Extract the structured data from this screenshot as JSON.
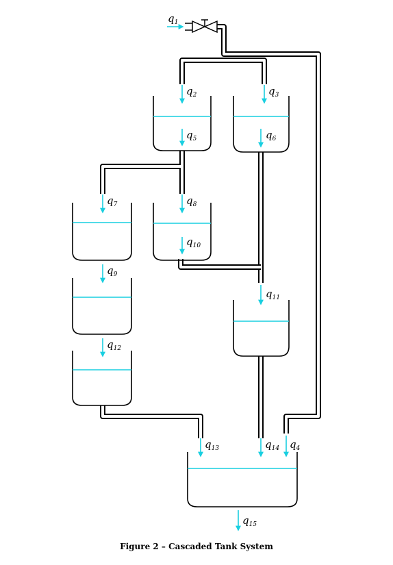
{
  "diagram": {
    "caption": "Figure 2 – Cascaded Tank System",
    "colors": {
      "liquid": "#19cfe0",
      "structure": "#000000"
    },
    "valve": {
      "icon": "valve-icon"
    },
    "flows": {
      "q1": {
        "base": "q",
        "sub": "1"
      },
      "q2": {
        "base": "q",
        "sub": "2"
      },
      "q3": {
        "base": "q",
        "sub": "3"
      },
      "q4": {
        "base": "q",
        "sub": "4"
      },
      "q5": {
        "base": "q",
        "sub": "5"
      },
      "q6": {
        "base": "q",
        "sub": "6"
      },
      "q7": {
        "base": "q",
        "sub": "7"
      },
      "q8": {
        "base": "q",
        "sub": "8"
      },
      "q9": {
        "base": "q",
        "sub": "9"
      },
      "q10": {
        "base": "q",
        "sub": "10"
      },
      "q11": {
        "base": "q",
        "sub": "11"
      },
      "q12": {
        "base": "q",
        "sub": "12"
      },
      "q13": {
        "base": "q",
        "sub": "13"
      },
      "q14": {
        "base": "q",
        "sub": "14"
      },
      "q15": {
        "base": "q",
        "sub": "15"
      }
    }
  }
}
